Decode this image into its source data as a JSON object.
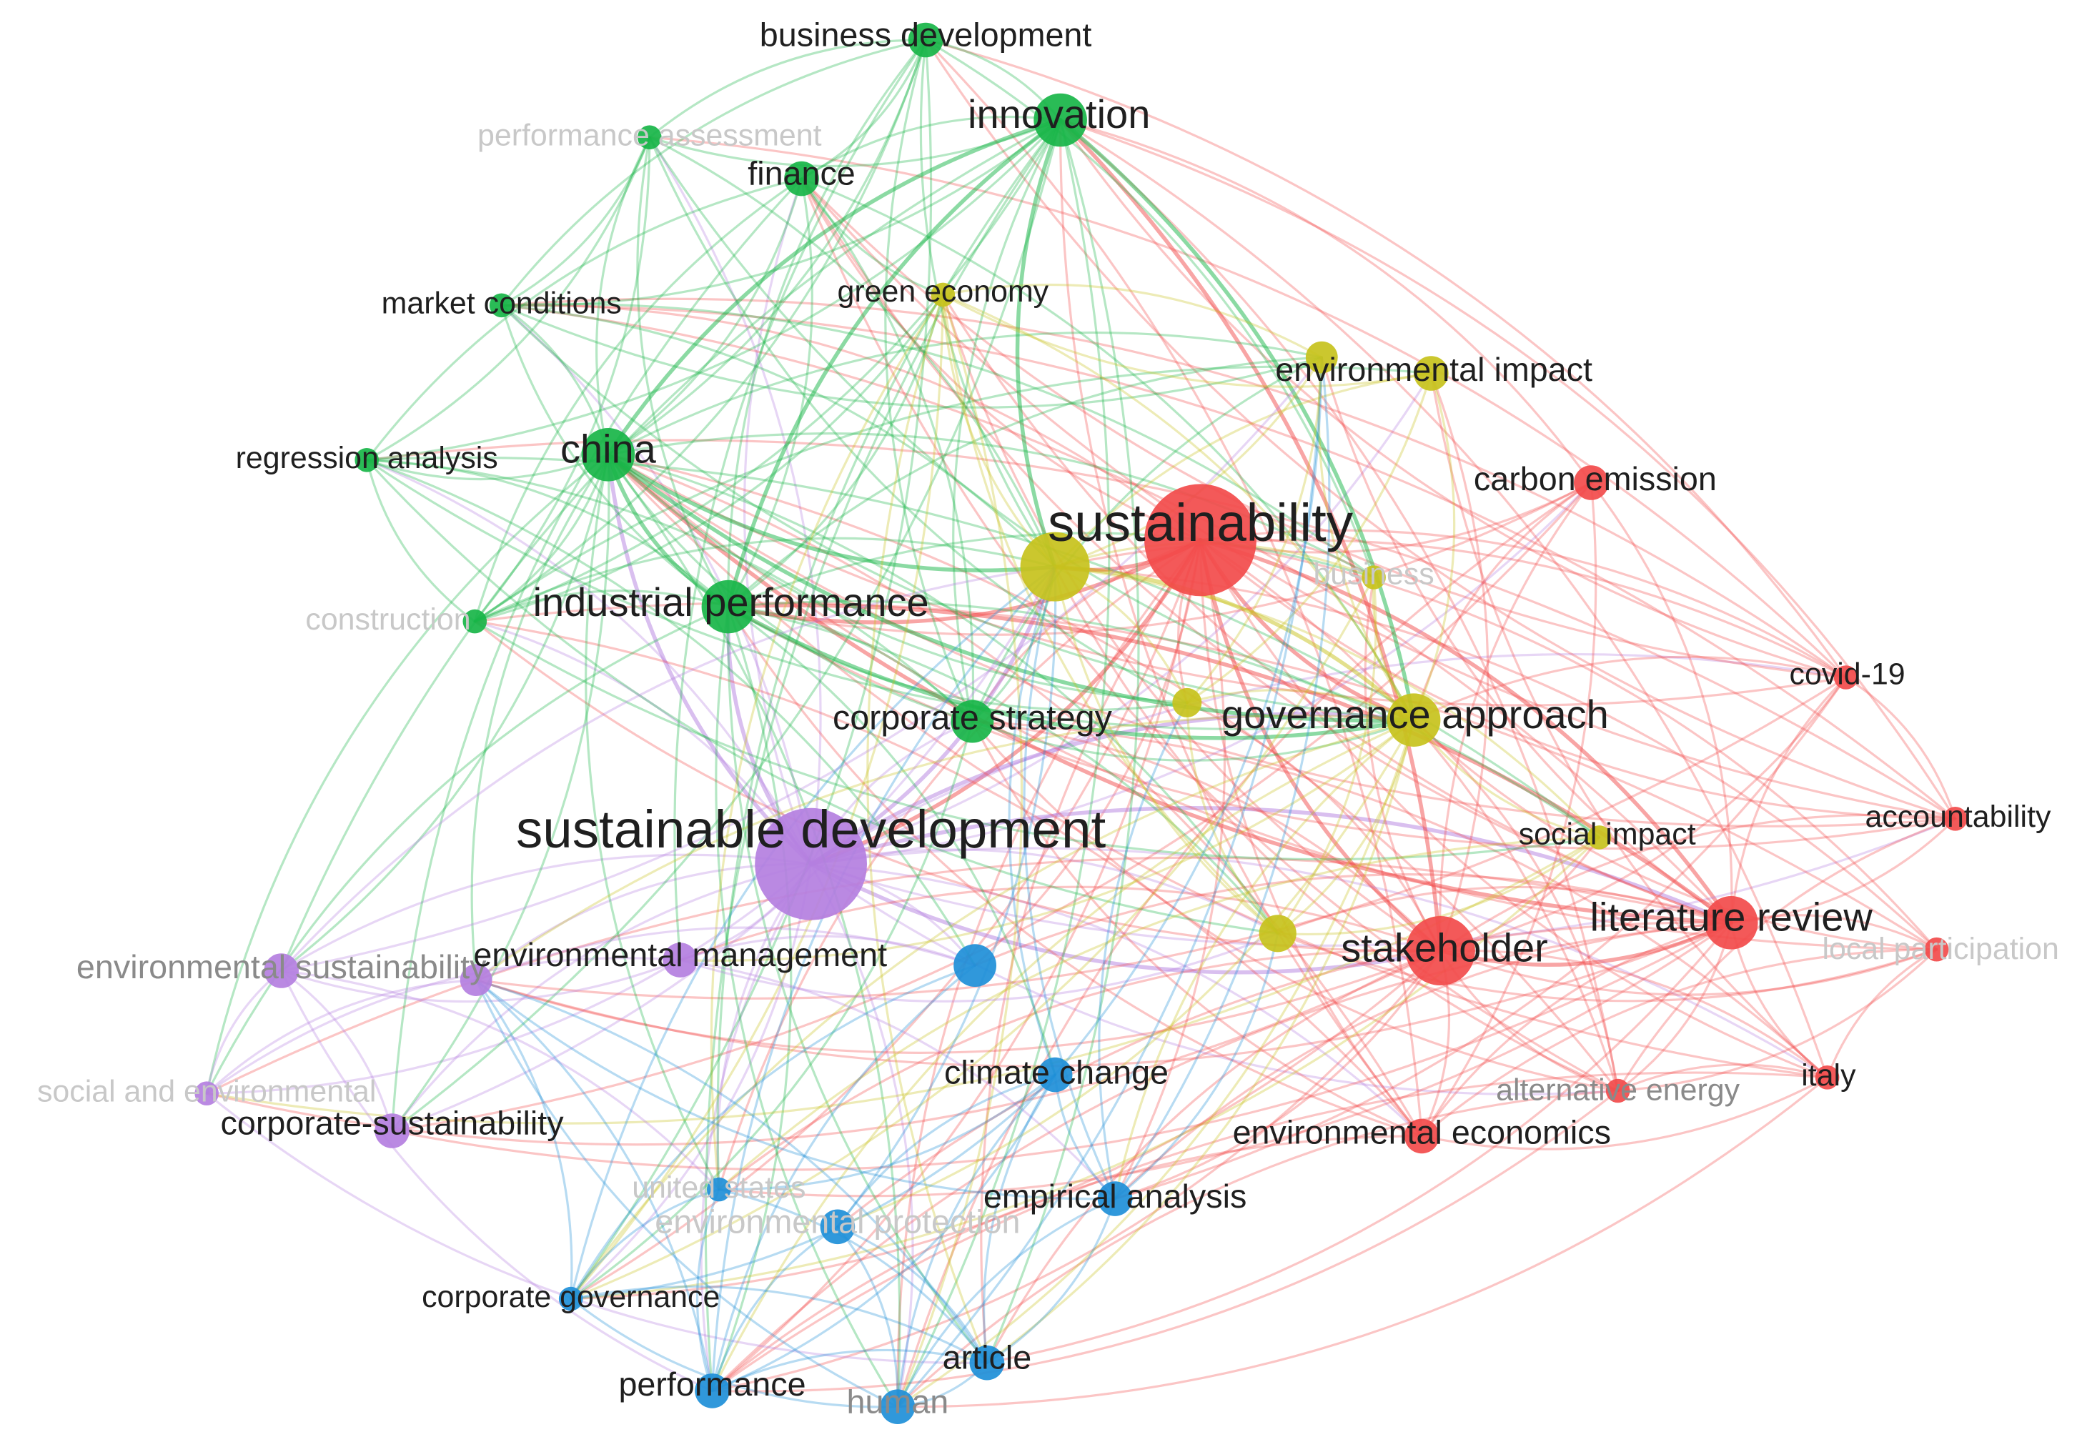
{
  "clusters": {
    "red": {
      "color": "#f24b4b"
    },
    "green": {
      "color": "#18b548"
    },
    "yellow": {
      "color": "#c7c21c"
    },
    "purple": {
      "color": "#b47fe0"
    },
    "blue": {
      "color": "#1e8fd8"
    }
  },
  "text_colors": {
    "dark": "#1f1f1f",
    "faded": "#c8c8c8",
    "mid": "#8a8a8a"
  },
  "nodes": [
    {
      "id": "sustainability",
      "label": "sustainability",
      "cluster": "red",
      "weight": 10,
      "label_tone": "dark"
    },
    {
      "id": "sustainable-development",
      "label": "sustainable development",
      "cluster": "purple",
      "weight": 10,
      "label_tone": "dark"
    },
    {
      "id": "stakeholder",
      "label": "stakeholder",
      "cluster": "red",
      "weight": 6,
      "label_tone": "dark"
    },
    {
      "id": "literature-review",
      "label": "literature review",
      "cluster": "red",
      "weight": 5,
      "label_tone": "dark"
    },
    {
      "id": "carbon-emission",
      "label": "carbon emission",
      "cluster": "red",
      "weight": 3,
      "label_tone": "dark"
    },
    {
      "id": "covid-19",
      "label": "covid-19",
      "cluster": "red",
      "weight": 2,
      "label_tone": "dark"
    },
    {
      "id": "accountability",
      "label": "accountability",
      "cluster": "red",
      "weight": 2,
      "label_tone": "dark"
    },
    {
      "id": "local-participation",
      "label": "local participation",
      "cluster": "red",
      "weight": 2,
      "label_tone": "faded"
    },
    {
      "id": "italy",
      "label": "italy",
      "cluster": "red",
      "weight": 2,
      "label_tone": "dark"
    },
    {
      "id": "alternative-energy",
      "label": "alternative energy",
      "cluster": "red",
      "weight": 2,
      "label_tone": "mid"
    },
    {
      "id": "environmental-economics",
      "label": "environmental economics",
      "cluster": "red",
      "weight": 3,
      "label_tone": "dark"
    },
    {
      "id": "business-development",
      "label": "business development",
      "cluster": "green",
      "weight": 3,
      "label_tone": "dark"
    },
    {
      "id": "innovation",
      "label": "innovation",
      "cluster": "green",
      "weight": 5,
      "label_tone": "dark"
    },
    {
      "id": "performance-assessment",
      "label": "performance assessment",
      "cluster": "green",
      "weight": 2,
      "label_tone": "faded"
    },
    {
      "id": "finance",
      "label": "finance",
      "cluster": "green",
      "weight": 3,
      "label_tone": "dark"
    },
    {
      "id": "market-conditions",
      "label": "market conditions",
      "cluster": "green",
      "weight": 2,
      "label_tone": "dark"
    },
    {
      "id": "china",
      "label": "china",
      "cluster": "green",
      "weight": 5,
      "label_tone": "dark"
    },
    {
      "id": "regression-analysis",
      "label": "regression analysis",
      "cluster": "green",
      "weight": 2,
      "label_tone": "dark"
    },
    {
      "id": "industrial-performance",
      "label": "industrial performance",
      "cluster": "green",
      "weight": 5,
      "label_tone": "dark"
    },
    {
      "id": "construction",
      "label": "construction",
      "cluster": "green",
      "weight": 2,
      "label_tone": "faded"
    },
    {
      "id": "corporate-strategy",
      "label": "corporate strategy",
      "cluster": "green",
      "weight": 4,
      "label_tone": "dark"
    },
    {
      "id": "green-economy",
      "label": "green economy",
      "cluster": "yellow",
      "weight": 2,
      "label_tone": "dark"
    },
    {
      "id": "environmental-impact",
      "label": "environmental impact",
      "cluster": "yellow",
      "weight": 3,
      "label_tone": "dark"
    },
    {
      "id": "business",
      "label": "business",
      "cluster": "yellow",
      "weight": 2,
      "label_tone": "faded"
    },
    {
      "id": "governance-approach",
      "label": "governance approach",
      "cluster": "yellow",
      "weight": 5,
      "label_tone": "dark"
    },
    {
      "id": "social-impact",
      "label": "social impact",
      "cluster": "yellow",
      "weight": 2,
      "label_tone": "dark"
    },
    {
      "id": "environmental-sustainability",
      "label": "environmental sustainability",
      "cluster": "purple",
      "weight": 3,
      "label_tone": "mid"
    },
    {
      "id": "social-and-environmental",
      "label": "social and environmental",
      "cluster": "purple",
      "weight": 2,
      "label_tone": "faded"
    },
    {
      "id": "corporate-sustainability",
      "label": "corporate-sustainability",
      "cluster": "purple",
      "weight": 3,
      "label_tone": "dark"
    },
    {
      "id": "environmental-management",
      "label": "environmental management",
      "cluster": "purple",
      "weight": 3,
      "label_tone": "dark"
    },
    {
      "id": "climate-change",
      "label": "climate change",
      "cluster": "blue",
      "weight": 3,
      "label_tone": "dark"
    },
    {
      "id": "empirical-analysis",
      "label": "empirical analysis",
      "cluster": "blue",
      "weight": 3,
      "label_tone": "dark"
    },
    {
      "id": "united-states",
      "label": "united states",
      "cluster": "blue",
      "weight": 2,
      "label_tone": "faded"
    },
    {
      "id": "environmental-protection",
      "label": "environmental protection",
      "cluster": "blue",
      "weight": 3,
      "label_tone": "faded"
    },
    {
      "id": "corporate-governance",
      "label": "corporate governance",
      "cluster": "blue",
      "weight": 2,
      "label_tone": "dark"
    },
    {
      "id": "article",
      "label": "article",
      "cluster": "blue",
      "weight": 3,
      "label_tone": "dark"
    },
    {
      "id": "performance",
      "label": "performance",
      "cluster": "blue",
      "weight": 3,
      "label_tone": "dark"
    },
    {
      "id": "human",
      "label": "human",
      "cluster": "blue",
      "weight": 3,
      "label_tone": "mid"
    }
  ]
}
